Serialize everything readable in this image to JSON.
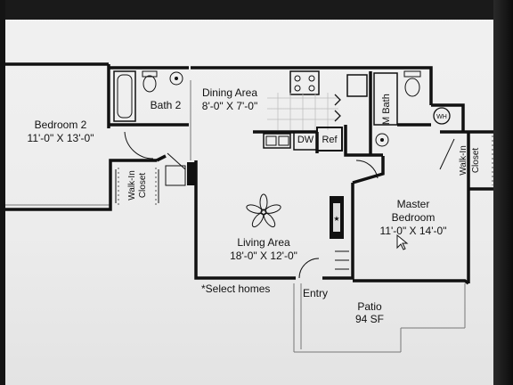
{
  "rooms": {
    "bedroom2": {
      "name": "Bedroom 2",
      "size": "11'-0\" X 13'-0\""
    },
    "bath2": {
      "name": "Bath 2"
    },
    "dining": {
      "name": "Dining Area",
      "size": "8'-0\" X 7'-0\""
    },
    "living": {
      "name": "Living Area",
      "size": "18'-0\" X 12'-0\""
    },
    "master_bedroom": {
      "line1": "Master",
      "line2": "Bedroom",
      "size": "11'-0\" X 14'-0\""
    },
    "master_bath": {
      "name": "M Bath"
    },
    "walkin_closet_left": {
      "line1": "Walk-In",
      "line2": "Closet"
    },
    "walkin_closet_right": {
      "line1": "Walk-In",
      "line2": "Closet"
    },
    "patio": {
      "name": "Patio",
      "size": "94 SF"
    }
  },
  "fixtures": {
    "dishwasher": "DW",
    "refrigerator": "Ref",
    "water_heater": "WH"
  },
  "labels": {
    "entry": "Entry",
    "select_homes": "*Select homes"
  }
}
